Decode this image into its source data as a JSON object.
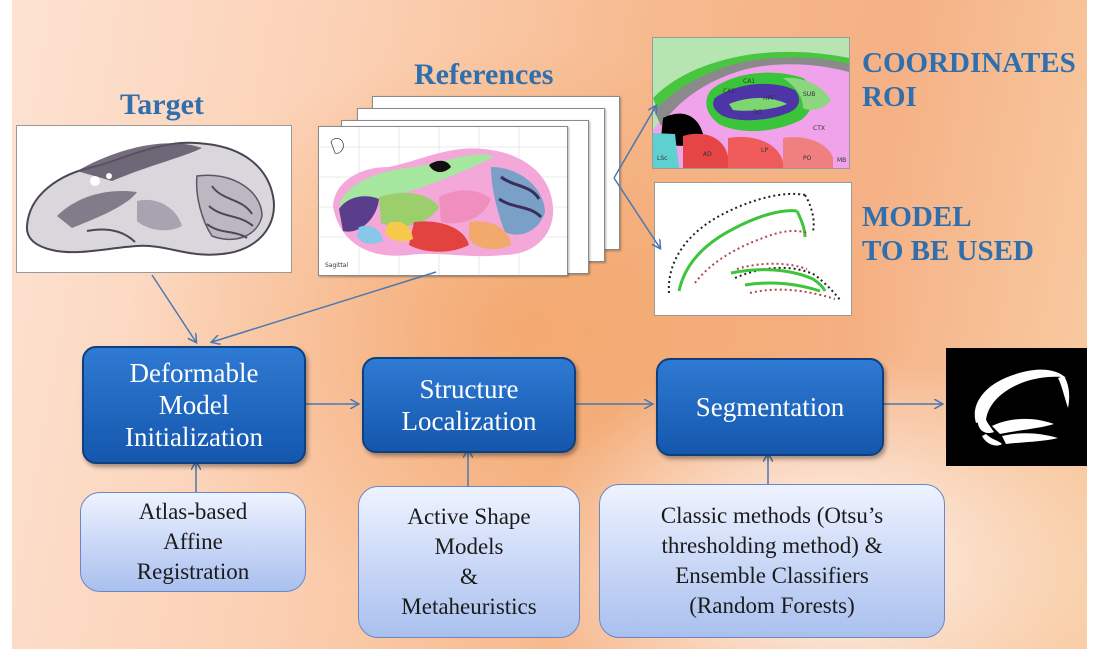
{
  "labels": {
    "target": "Target",
    "references": "References",
    "coordinates": [
      "COORDINATES",
      "ROI"
    ],
    "model": [
      "MODEL",
      "TO BE USED"
    ]
  },
  "steps": [
    {
      "lines": [
        "Deformable",
        "Model",
        "Initialization"
      ]
    },
    {
      "lines": [
        "Structure",
        "Localization"
      ]
    },
    {
      "lines": [
        "Segmentation"
      ]
    }
  ],
  "methods": [
    {
      "lines": [
        "Atlas-based",
        "Affine",
        "Registration"
      ]
    },
    {
      "lines": [
        "Active Shape",
        "Models",
        "&",
        "Metaheuristics"
      ]
    },
    {
      "lines": [
        "Classic methods (Otsu’s",
        "thresholding method) &",
        "Ensemble Classifiers",
        "(Random Forests)"
      ]
    }
  ],
  "atlas_labels": {
    "hpf": "HPF",
    "ca1": "CA1",
    "ca2": "CA2",
    "dg": "DG",
    "sub": "SUB",
    "ctx": "CTX",
    "lsc": "LSc",
    "ad": "AD",
    "lp": "LP",
    "po": "PO",
    "mb": "MB"
  },
  "colors": {
    "title_blue": "#2f6fae",
    "step_blue": "#1f66c2",
    "arrow": "#4a78b3",
    "model_green": "#3ec43a",
    "model_red": "#b0484c"
  }
}
